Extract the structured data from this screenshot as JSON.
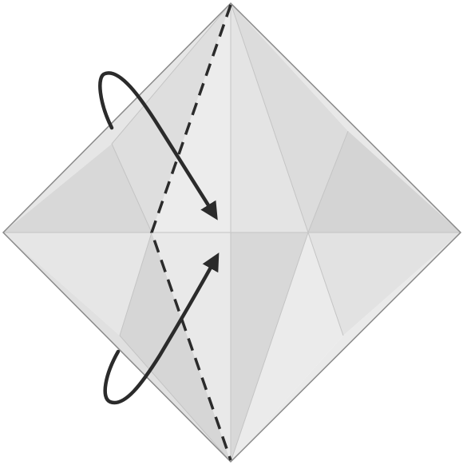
{
  "diagram": {
    "kind": "origami-fold-step",
    "instruction_text": "",
    "colors": {
      "background": "#ffffff",
      "paper_outline": "#8a8a8a",
      "crease_line": "#b8b8b8",
      "face_light": "#ececec",
      "face_mid": "#e2e2e2",
      "face_dark": "#d6d6d6",
      "arrow": "#2b2b2b",
      "fold_line": "#2b2b2b"
    },
    "fold_line_style": "dashed",
    "arrows": [
      {
        "name": "upper-fold-arrow",
        "direction": "down-right"
      },
      {
        "name": "lower-fold-arrow",
        "direction": "up-right"
      }
    ]
  }
}
